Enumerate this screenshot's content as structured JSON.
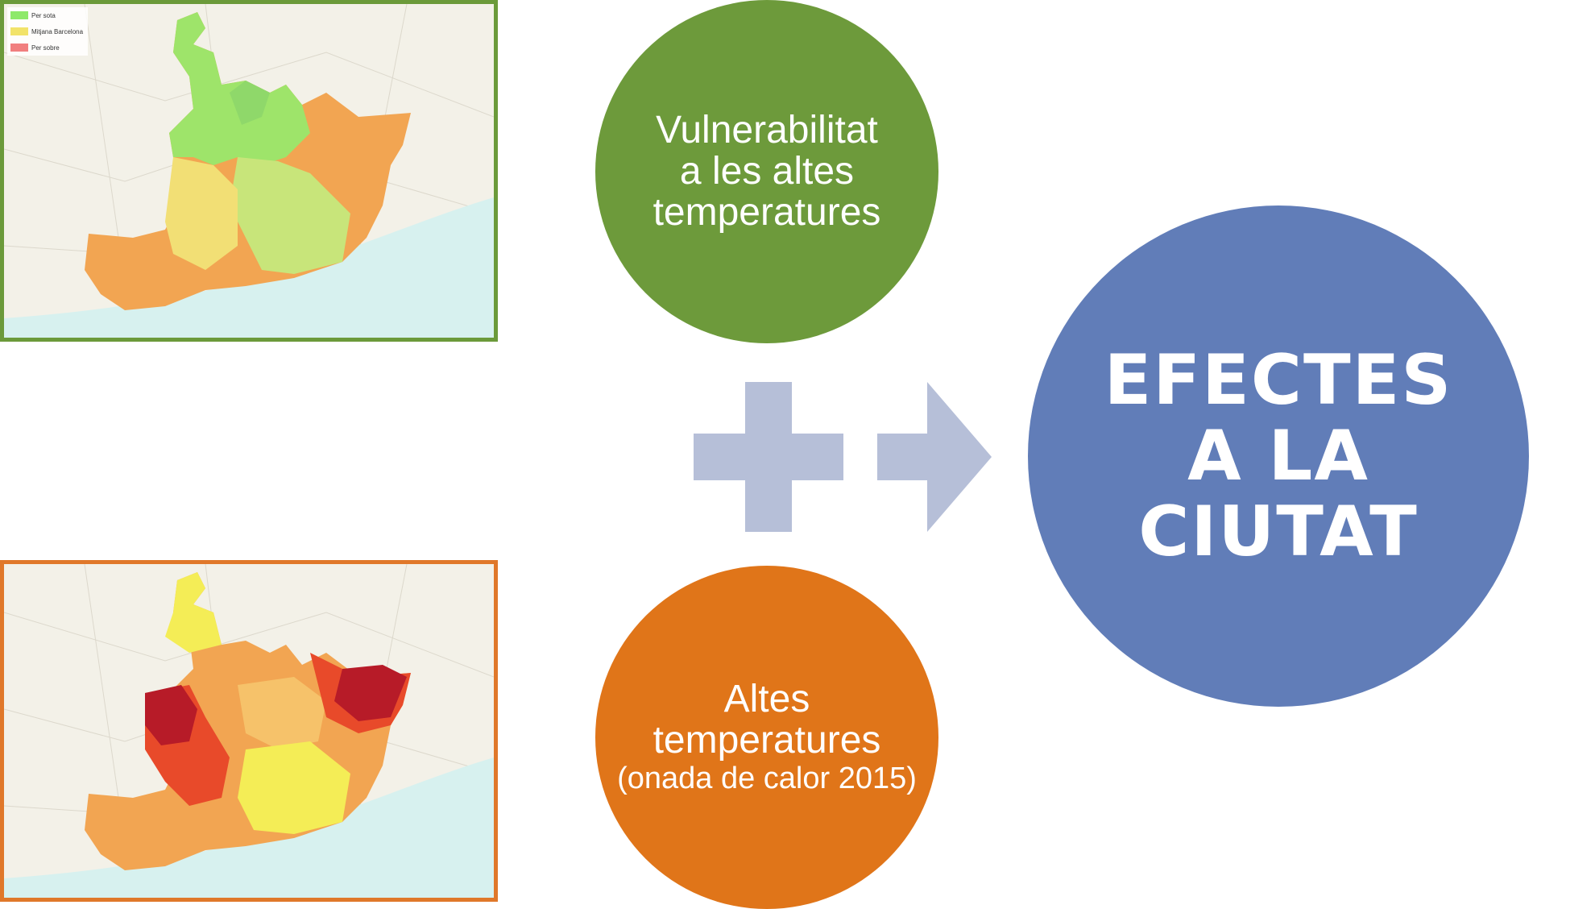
{
  "map_top": {
    "legend": [
      {
        "label": "Per sota",
        "color": "#8ee96a"
      },
      {
        "label": "Mitjana Barcelona",
        "color": "#f2e36a"
      },
      {
        "label": "Per sobre",
        "color": "#f17f7f"
      }
    ],
    "colors": {
      "frame": "#6b9a3a",
      "green": "#9ee46a",
      "light_green": "#c8e57a",
      "yellow": "#f2df75",
      "orange": "#f2a552",
      "sea": "#d7f1ef"
    }
  },
  "map_bottom": {
    "colors": {
      "frame": "#e0782a",
      "yellow": "#f4ed56",
      "light_orange": "#f6c26a",
      "orange": "#f2a552",
      "red": "#e84a2a",
      "dark_red": "#b71b28",
      "sea": "#d7f1ef"
    }
  },
  "circles": {
    "vulnerability": {
      "text": "Vulnerabilitat\na les altes\ntemperatures",
      "color": "#6d9a3b"
    },
    "temperatures": {
      "text": "Altes\ntemperatures",
      "subtext": "(onada de calor 2015)",
      "color": "#e07519"
    },
    "effects": {
      "text": "EFECTES\nA LA\nCIUTAT",
      "color": "#617db8"
    }
  },
  "operators": {
    "plus_icon": "plus-icon",
    "arrow_icon": "arrow-right-icon",
    "color": "#b6bfd8"
  }
}
